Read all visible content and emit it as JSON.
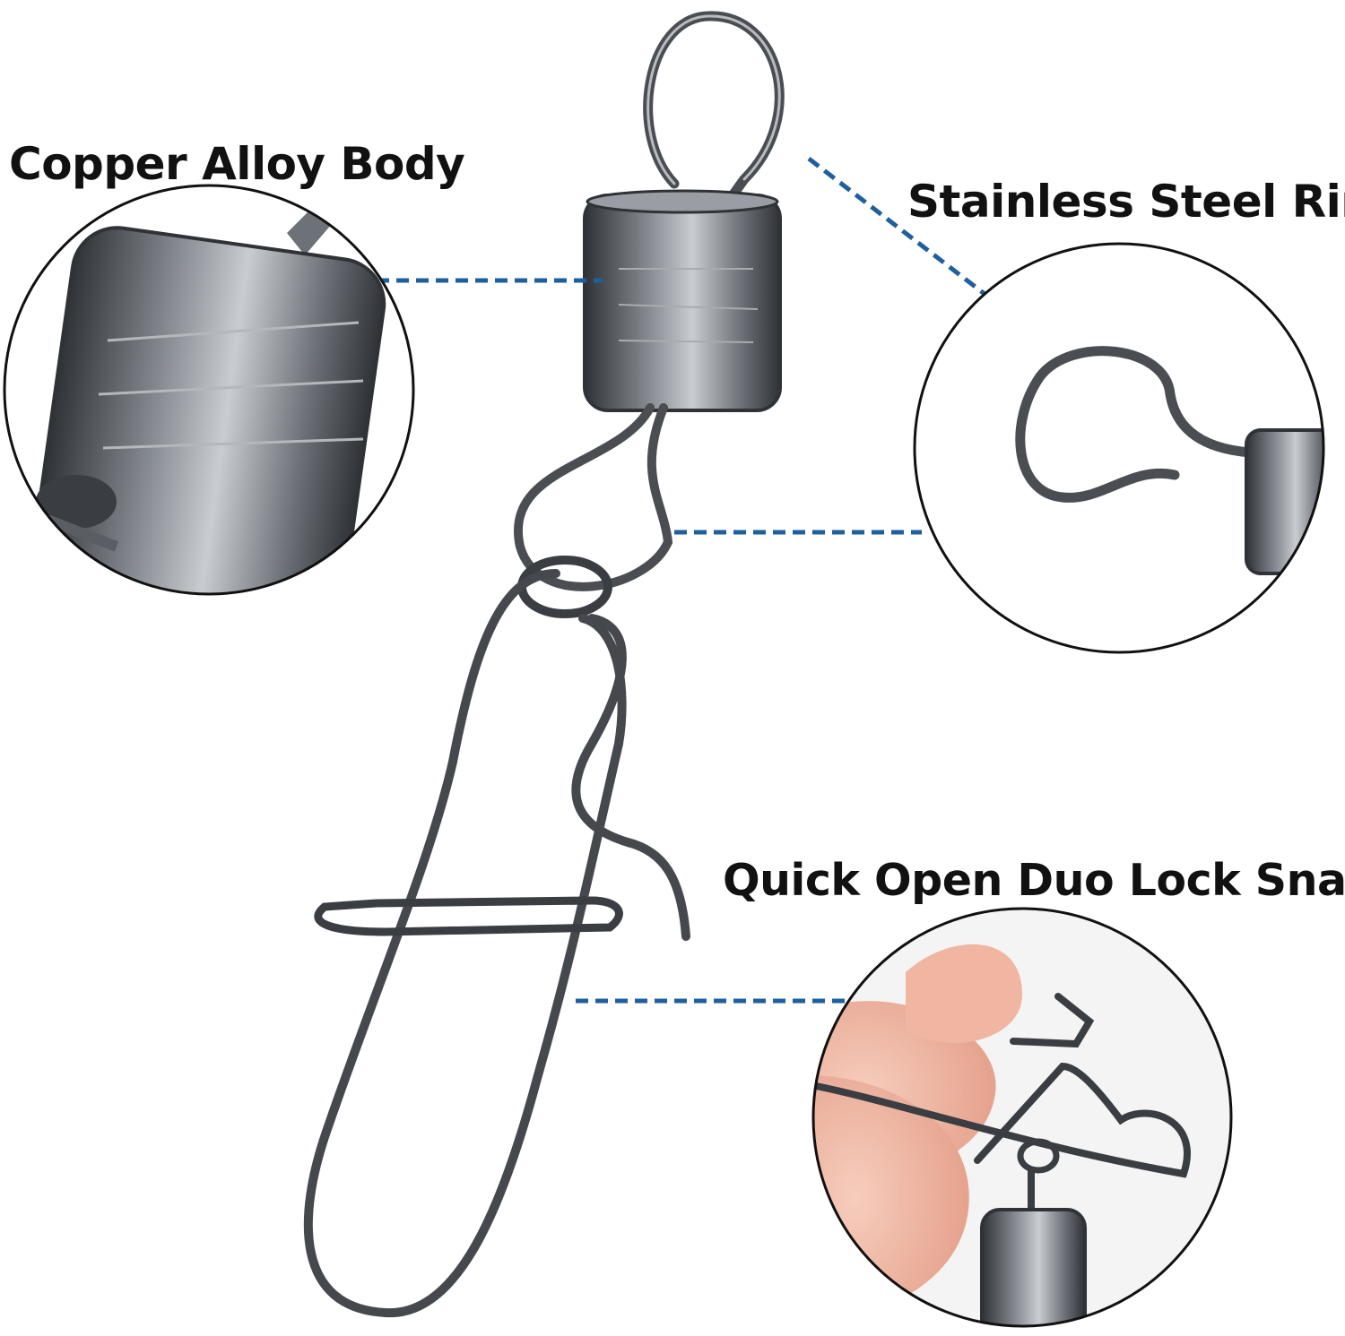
{
  "callouts": {
    "body": "Copper Alloy Body",
    "ring": "Stainless Steel Ring",
    "snap": "Quick Open Duo Lock Snap"
  },
  "colors": {
    "background": "#ffffff",
    "text": "#111111",
    "leader_line": "#1f5f9e",
    "metal_dark": "#3a3d42",
    "metal_mid": "#6d7178",
    "metal_light": "#c9ccd0",
    "skin": "#f2b9a6"
  }
}
